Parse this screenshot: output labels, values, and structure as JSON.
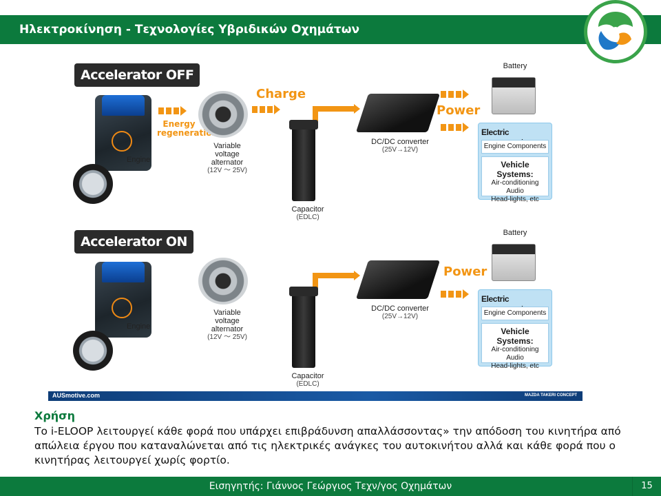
{
  "header": {
    "title": "Ηλεκτροκίνηση - Τεχνολογίες Υβριδικών Οχημάτων"
  },
  "logo": {
    "icon": "institution-logo-icon",
    "colors": {
      "green": "#3aa34a",
      "orange": "#f29514",
      "blue": "#1f78c8"
    }
  },
  "diagram": {
    "panels": [
      {
        "state": "Accelerator OFF",
        "engine": "Engine",
        "energy": [
          "Energy",
          "regeneration"
        ],
        "alternator": [
          "Variable",
          "voltage",
          "alternator"
        ],
        "alternator_range": "(12V ～ 25V)",
        "charge": "Charge",
        "capacitor": "Capacitor",
        "capacitor_sub": "(EDLC)",
        "dcdc": "DC/DC converter",
        "dcdc_sub": "(25V→12V)",
        "power": "Power",
        "battery": "Battery",
        "components_title": "Electric components",
        "engine_components": "Engine Components",
        "vehicle_systems": "Vehicle Systems:",
        "systems": [
          "Air-conditioning",
          "Audio",
          "Head-lights, etc"
        ]
      },
      {
        "state": "Accelerator ON",
        "engine": "Engine",
        "alternator": [
          "Variable",
          "voltage",
          "alternator"
        ],
        "alternator_range": "(12V ～ 25V)",
        "capacitor": "Capacitor",
        "capacitor_sub": "(EDLC)",
        "dcdc": "DC/DC converter",
        "dcdc_sub": "(25V→12V)",
        "power": "Power",
        "battery": "Battery",
        "components_title": "Electric components",
        "engine_components": "Engine Components",
        "vehicle_systems": "Vehicle Systems:",
        "systems": [
          "Air-conditioning",
          "Audio",
          "Head-lights, etc"
        ]
      }
    ],
    "source_left": "AUSmotive.com",
    "source_right": "MAZDA TAKERI CONCEPT",
    "accent": "#f29514"
  },
  "content": {
    "title": "Χρήση",
    "body": "Το i-ELOOP λειτουργεί κάθε φορά που υπάρχει επιβράδυνση απαλλάσσοντας» την απόδοση του κινητήρα από απώλεια έργου που καταναλώνεται από τις ηλεκτρικές ανάγκες του αυτοκινήτου αλλά και κάθε φορά που ο κινητήρας λειτουργεί χωρίς φορτίο."
  },
  "footer": {
    "text": "Εισηγητής: Γιάννος Γεώργιος  Τεχν/γος  Οχημάτων",
    "page": "15"
  }
}
